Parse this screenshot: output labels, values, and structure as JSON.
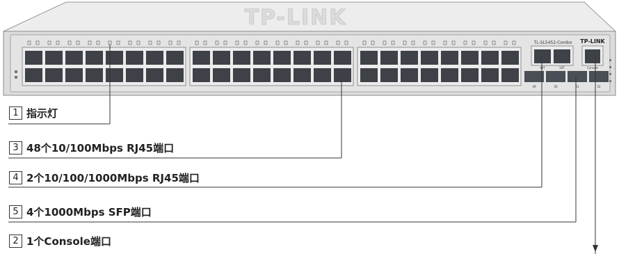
{
  "device": {
    "brand_logo": "TP-LINK",
    "panel_logo": "TP-LINK",
    "model": "TL-SL5452-Combo",
    "port_labels": {
      "gig_left": "49T",
      "gig_right": "50T",
      "sfp": [
        "49",
        "50",
        "51",
        "52"
      ],
      "console": "Console"
    }
  },
  "callouts": [
    {
      "number": "1",
      "text": "指示灯"
    },
    {
      "number": "3",
      "text": "48个10/100Mbps RJ45端口"
    },
    {
      "number": "4",
      "text": "2个10/100/1000Mbps RJ45端口"
    },
    {
      "number": "5",
      "text": "4个1000Mbps SFP端口"
    },
    {
      "number": "2",
      "text": "1个Console端口"
    }
  ],
  "colors": {
    "chassis_top": "#e9e9e9",
    "chassis_front": "#d6d6d6",
    "port": "#3e4248",
    "line": "#333333"
  }
}
